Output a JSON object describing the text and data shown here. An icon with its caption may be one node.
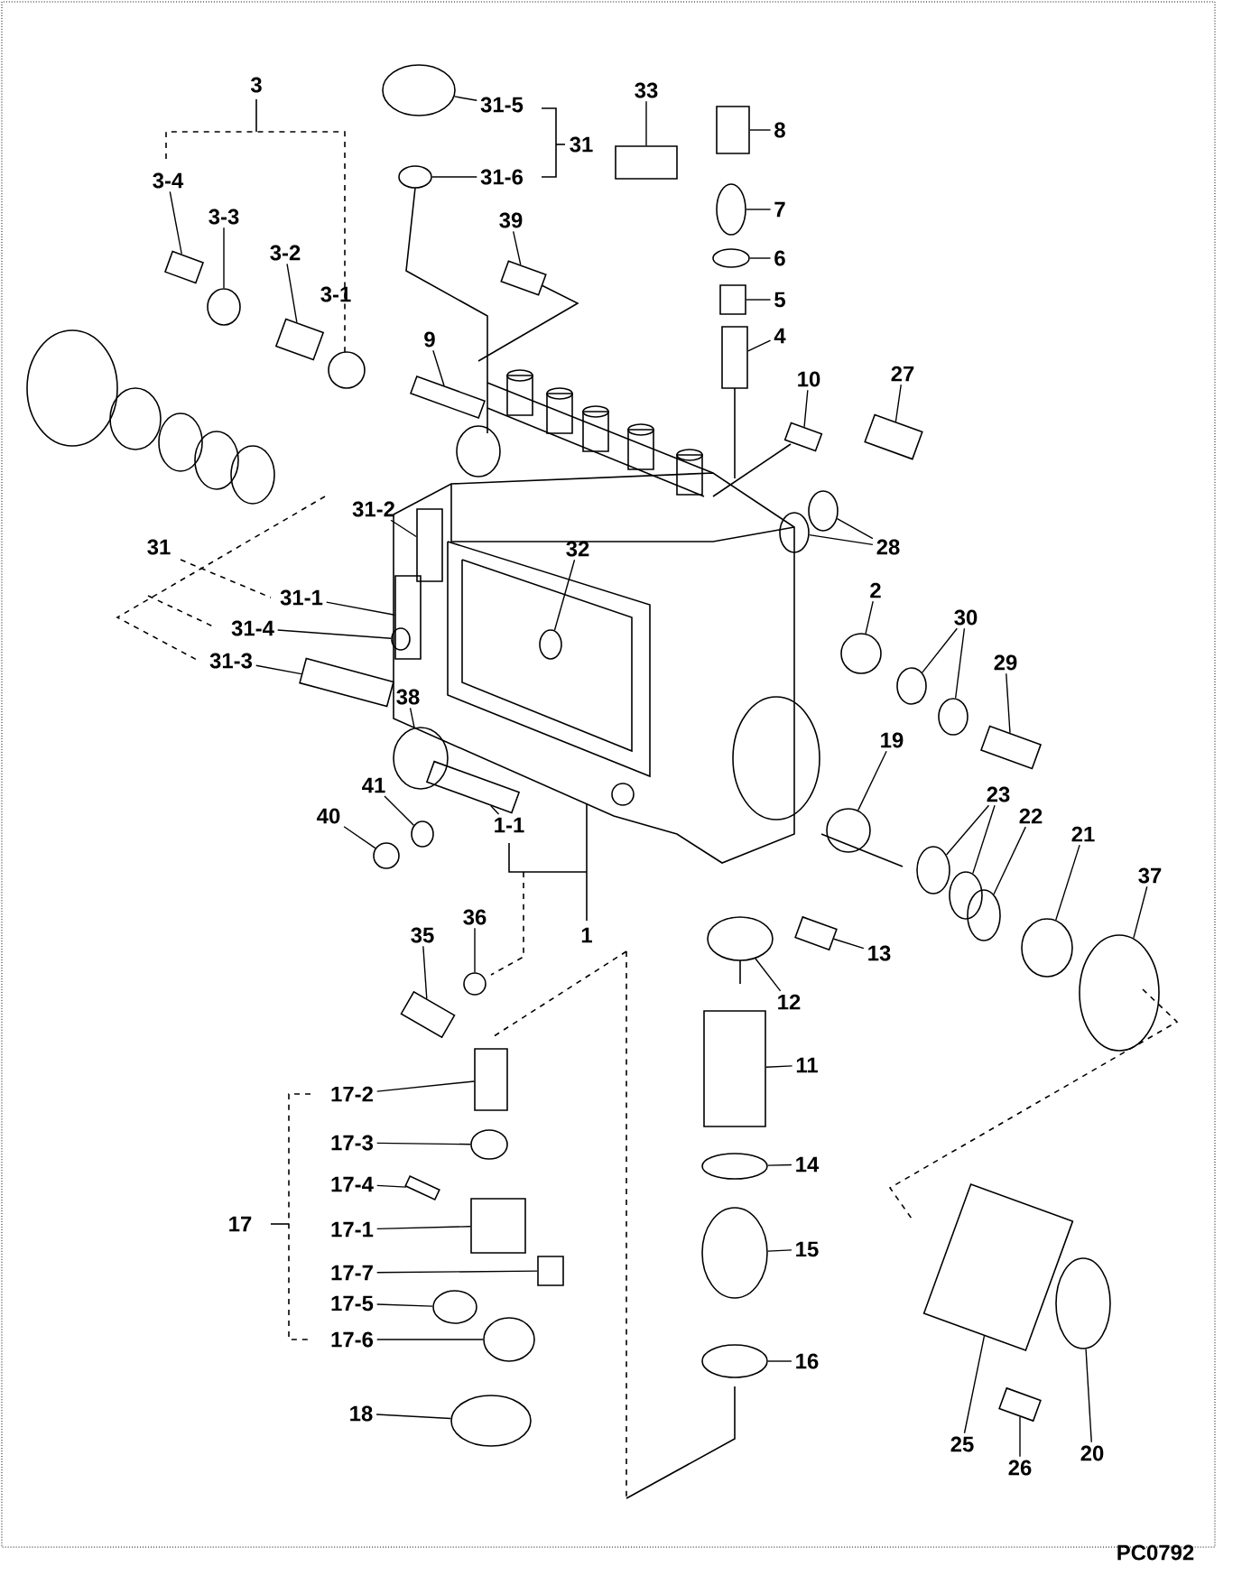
{
  "diagram": {
    "nodes": [
      {
        "text": [
          "3-4"
        ]
      },
      {
        "text": [
          "3-3"
        ]
      },
      {
        "text": [
          "3-2"
        ]
      },
      {
        "text": [
          "3-1"
        ]
      },
      {
        "text": [
          "31-5"
        ]
      },
      {
        "text": [
          "31-6"
        ]
      },
      {
        "text": [
          "33"
        ]
      },
      {
        "text": [
          "8"
        ]
      },
      {
        "text": [
          "7"
        ]
      },
      {
        "text": [
          "6"
        ]
      },
      {
        "text": [
          "5"
        ]
      },
      {
        "text": [
          "4"
        ]
      },
      {
        "text": [
          "39"
        ]
      },
      {
        "text": [
          "9"
        ]
      },
      {
        "text": [
          "10"
        ]
      },
      {
        "text": [
          "27"
        ]
      },
      {
        "text": [
          "31-2"
        ]
      },
      {
        "text": [
          "28"
        ]
      },
      {
        "text": [
          "31-1"
        ]
      },
      {
        "text": [
          "32"
        ]
      },
      {
        "text": [
          "2"
        ]
      },
      {
        "text": [
          "30"
        ]
      },
      {
        "text": [
          "31-4"
        ]
      },
      {
        "text": [
          "31-3"
        ]
      },
      {
        "text": [
          "29"
        ]
      },
      {
        "text": [
          "38"
        ]
      },
      {
        "text": [
          "19"
        ]
      },
      {
        "text": [
          "41"
        ]
      },
      {
        "text": [
          "23"
        ]
      },
      {
        "text": [
          "40"
        ]
      },
      {
        "text": [
          "22"
        ]
      },
      {
        "text": [
          "1-1"
        ]
      },
      {
        "text": [
          "21"
        ]
      },
      {
        "text": [
          "37"
        ]
      },
      {
        "text": [
          "36"
        ]
      },
      {
        "text": [
          "35"
        ]
      },
      {
        "text": [
          "13"
        ]
      },
      {
        "text": [
          "12"
        ]
      },
      {
        "text": [
          "11"
        ]
      },
      {
        "text": [
          "17-2"
        ]
      },
      {
        "text": [
          "17-3"
        ]
      },
      {
        "text": [
          "14"
        ]
      },
      {
        "text": [
          "17-4"
        ]
      },
      {
        "text": [
          "17-1"
        ]
      },
      {
        "text": [
          "15"
        ]
      },
      {
        "text": [
          "17-7"
        ]
      },
      {
        "text": [
          "17-5"
        ]
      },
      {
        "text": [
          "17-6"
        ]
      },
      {
        "text": [
          "16"
        ]
      },
      {
        "text": [
          "18"
        ]
      },
      {
        "text": [
          "25"
        ]
      },
      {
        "text": [
          "20"
        ]
      },
      {
        "text": [
          "26"
        ]
      },
      {
        "text": [],
        "shape": "box"
      },
      {
        "text": [],
        "shape": "circle"
      },
      {
        "text": [],
        "shape": "box"
      },
      {
        "text": [],
        "shape": "circle"
      },
      {
        "text": [],
        "shape": "circle"
      },
      {
        "text": [],
        "shape": "box"
      },
      {
        "text": [],
        "shape": "box"
      },
      {
        "text": [],
        "shape": "circle"
      },
      {
        "text": [],
        "shape": "circle"
      },
      {
        "text": [],
        "shape": "box"
      },
      {
        "text": [],
        "shape": "box"
      },
      {
        "text": [],
        "shape": "box"
      },
      {
        "text": [],
        "shape": "box"
      },
      {
        "text": [],
        "shape": "box"
      },
      {
        "text": [],
        "shape": "box"
      },
      {
        "text": [],
        "shape": "box"
      },
      {
        "text": [],
        "shape": "circle"
      },
      {
        "text": [],
        "shape": "circle"
      },
      {
        "text": [],
        "shape": "box"
      },
      {
        "text": [],
        "shape": "circle"
      },
      {
        "text": [],
        "shape": "circle"
      },
      {
        "text": [],
        "shape": "circle"
      },
      {
        "text": [],
        "shape": "circle"
      },
      {
        "text": [],
        "shape": "circle"
      },
      {
        "text": [],
        "shape": "box"
      },
      {
        "text": [],
        "shape": "box"
      },
      {
        "text": [],
        "shape": "circle"
      },
      {
        "text": [],
        "shape": "circle"
      },
      {
        "text": [],
        "shape": "circle"
      },
      {
        "text": [],
        "shape": "circle"
      },
      {
        "text": [],
        "shape": "circle"
      },
      {
        "text": [],
        "shape": "circle"
      },
      {
        "text": [],
        "shape": "circle"
      },
      {
        "text": [],
        "shape": "box"
      },
      {
        "text": [],
        "shape": "circle"
      },
      {
        "text": [],
        "shape": "circle"
      },
      {
        "text": [],
        "shape": "circle"
      },
      {
        "text": [],
        "shape": "box"
      },
      {
        "text": [],
        "shape": "box"
      },
      {
        "text": [],
        "shape": "circle"
      },
      {
        "text": [],
        "shape": "box"
      },
      {
        "text": [],
        "shape": "box"
      },
      {
        "text": [],
        "shape": "circle"
      },
      {
        "text": [],
        "shape": "circle"
      },
      {
        "text": [],
        "shape": "box"
      },
      {
        "text": [],
        "shape": "box"
      },
      {
        "text": [],
        "shape": "circle"
      },
      {
        "text": [],
        "shape": "box"
      },
      {
        "text": [],
        "shape": "circle"
      },
      {
        "text": [],
        "shape": "circle"
      },
      {
        "text": [],
        "shape": "circle"
      },
      {
        "text": [],
        "shape": "circle"
      },
      {
        "text": [],
        "shape": "box"
      },
      {
        "text": [],
        "shape": "circle"
      },
      {
        "text": [],
        "shape": "box"
      }
    ],
    "edges": [
      {
        "from": 0,
        "to": 53,
        "arrow": "none"
      },
      {
        "from": 1,
        "to": 54,
        "arrow": "none"
      },
      {
        "from": 2,
        "to": 55,
        "arrow": "none"
      },
      {
        "from": 4,
        "to": 56,
        "arrow": "none"
      },
      {
        "from": 5,
        "to": 57,
        "arrow": "none"
      },
      {
        "from": 6,
        "to": 58,
        "arrow": "none"
      },
      {
        "from": 7,
        "to": 59,
        "arrow": "none"
      },
      {
        "from": 8,
        "to": 60,
        "arrow": "none"
      },
      {
        "from": 9,
        "to": 61,
        "arrow": "none"
      },
      {
        "from": 10,
        "to": 62,
        "arrow": "none"
      },
      {
        "from": 11,
        "to": 63,
        "arrow": "none"
      },
      {
        "from": 12,
        "to": 64,
        "arrow": "none"
      },
      {
        "from": 13,
        "to": 65,
        "arrow": "none"
      },
      {
        "from": 14,
        "to": 66,
        "arrow": "none"
      },
      {
        "from": 15,
        "to": 67,
        "arrow": "none"
      },
      {
        "from": 16,
        "to": 68,
        "arrow": "none"
      },
      {
        "from": 17,
        "to": 69,
        "arrow": "none"
      },
      {
        "from": 17,
        "to": 70,
        "arrow": "none"
      },
      {
        "from": 18,
        "to": 71,
        "arrow": "none"
      },
      {
        "from": 19,
        "to": 72,
        "arrow": "none"
      },
      {
        "from": 20,
        "to": 73,
        "arrow": "none"
      },
      {
        "from": 21,
        "to": 74,
        "arrow": "none"
      },
      {
        "from": 21,
        "to": 75,
        "arrow": "none"
      },
      {
        "from": 22,
        "to": 76,
        "arrow": "none"
      },
      {
        "from": 23,
        "to": 77,
        "arrow": "none"
      },
      {
        "from": 24,
        "to": 78,
        "arrow": "none"
      },
      {
        "from": 25,
        "to": 79,
        "arrow": "none"
      },
      {
        "from": 26,
        "to": 80,
        "arrow": "none"
      },
      {
        "from": 27,
        "to": 81,
        "arrow": "none"
      },
      {
        "from": 28,
        "to": 82,
        "arrow": "none"
      },
      {
        "from": 28,
        "to": 83,
        "arrow": "none"
      },
      {
        "from": 29,
        "to": 84,
        "arrow": "none"
      },
      {
        "from": 30,
        "to": 85,
        "arrow": "none"
      },
      {
        "from": 31,
        "to": 86,
        "arrow": "none"
      },
      {
        "from": 32,
        "to": 87,
        "arrow": "none"
      },
      {
        "from": 33,
        "to": 88,
        "arrow": "none"
      },
      {
        "from": 34,
        "to": 89,
        "arrow": "none"
      },
      {
        "from": 35,
        "to": 90,
        "arrow": "none"
      },
      {
        "from": 36,
        "to": 91,
        "arrow": "none"
      },
      {
        "from": 37,
        "to": 92,
        "arrow": "none"
      },
      {
        "from": 38,
        "to": 93,
        "arrow": "none"
      },
      {
        "from": 39,
        "to": 94,
        "arrow": "none"
      },
      {
        "from": 40,
        "to": 95,
        "arrow": "none"
      },
      {
        "from": 41,
        "to": 96,
        "arrow": "none"
      },
      {
        "from": 42,
        "to": 97,
        "arrow": "none"
      },
      {
        "from": 43,
        "to": 98,
        "arrow": "none"
      },
      {
        "from": 44,
        "to": 99,
        "arrow": "none"
      },
      {
        "from": 45,
        "to": 100,
        "arrow": "none"
      },
      {
        "from": 46,
        "to": 101,
        "arrow": "none"
      },
      {
        "from": 47,
        "to": 102,
        "arrow": "none"
      },
      {
        "from": 48,
        "to": 103,
        "arrow": "none"
      },
      {
        "from": 49,
        "to": 104,
        "arrow": "none"
      },
      {
        "from": 50,
        "to": 105,
        "arrow": "none"
      },
      {
        "from": 51,
        "to": 106,
        "arrow": "none"
      },
      {
        "from": 52,
        "to": 107,
        "arrow": "none"
      }
    ],
    "labels": [
      "3",
      "31",
      "31",
      "1",
      "17",
      "PC0792"
    ]
  }
}
